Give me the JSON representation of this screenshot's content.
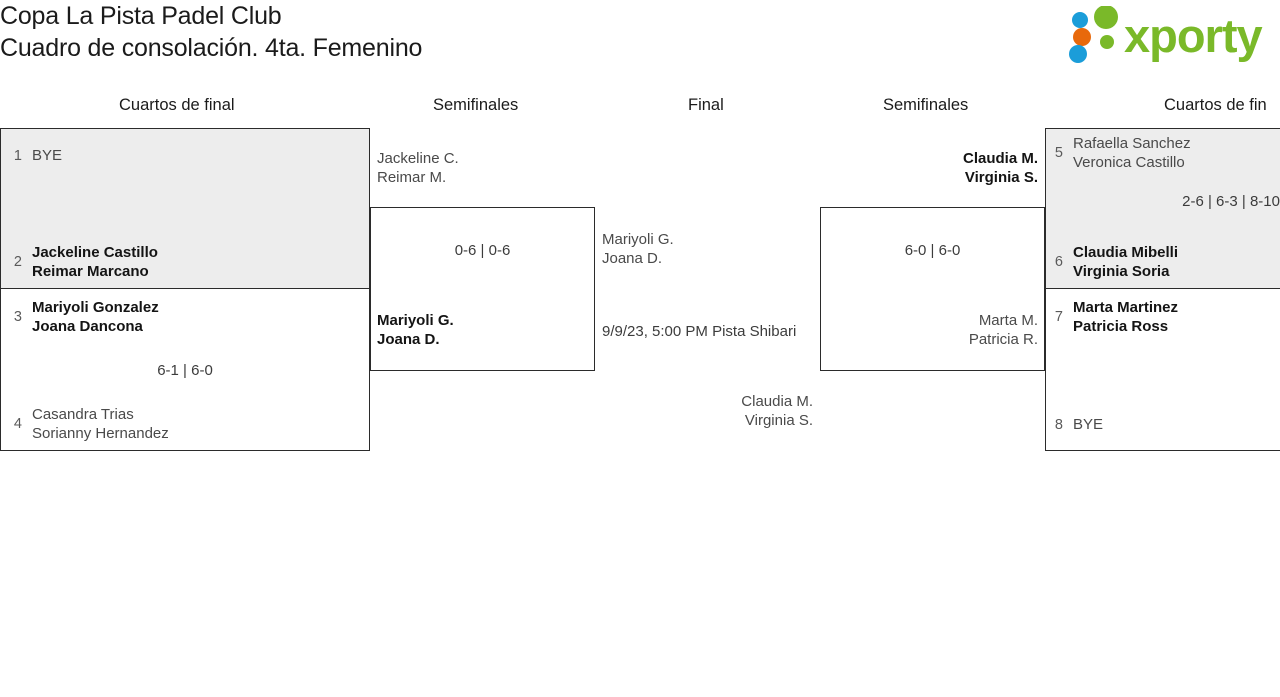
{
  "header": {
    "title_line1": "Copa La Pista Padel Club",
    "title_line2": "Cuadro de consolación. 4ta. Femenino",
    "logo_text": "xporty",
    "logo_colors": {
      "green": "#7ab929",
      "blue": "#1b9dd9",
      "orange": "#e8690b"
    }
  },
  "rounds": [
    {
      "id": "qf-left",
      "label": "Cuartos de final"
    },
    {
      "id": "sf-left",
      "label": "Semifinales"
    },
    {
      "id": "final",
      "label": "Final"
    },
    {
      "id": "sf-right",
      "label": "Semifinales"
    },
    {
      "id": "qf-right",
      "label": "Cuartos de fin"
    }
  ],
  "matches": {
    "qf_left_top": {
      "seed_a": "1",
      "team_a_line1": "BYE",
      "team_a_line2": "",
      "seed_b": "2",
      "team_b_line1": "Jackeline Castillo",
      "team_b_line2": "Reimar Marcano",
      "score": ""
    },
    "qf_left_bottom": {
      "seed_a": "3",
      "team_a_line1": "Mariyoli Gonzalez",
      "team_a_line2": "Joana Dancona",
      "seed_b": "4",
      "team_b_line1": "Casandra Trias",
      "team_b_line2": "Sorianny Hernandez",
      "score": "6-1 | 6-0"
    },
    "sf_left": {
      "team_a_line1": "Jackeline C.",
      "team_a_line2": "Reimar M.",
      "team_b_line1": "Mariyoli G.",
      "team_b_line2": "Joana D.",
      "score": "0-6 | 0-6"
    },
    "final": {
      "team_a_line1": "Mariyoli G.",
      "team_a_line2": "Joana D.",
      "team_b_line1": "Claudia M.",
      "team_b_line2": "Virginia S.",
      "meta": "9/9/23, 5:00 PM Pista Shibari"
    },
    "sf_right": {
      "team_a_line1": "Claudia M.",
      "team_a_line2": "Virginia S.",
      "team_b_line1": "Marta M.",
      "team_b_line2": "Patricia R.",
      "score": "6-0 | 6-0"
    },
    "qf_right_top": {
      "seed_a": "5",
      "team_a_line1": "Rafaella Sanchez",
      "team_a_line2": "Veronica Castillo",
      "seed_b": "6",
      "team_b_line1": "Claudia Mibelli",
      "team_b_line2": "Virginia Soria",
      "score": "2-6 | 6-3 | 8-10"
    },
    "qf_right_bottom": {
      "seed_a": "7",
      "team_a_line1": "Marta Martinez",
      "team_a_line2": "Patricia Ross",
      "seed_b": "8",
      "team_b_line1": "BYE",
      "team_b_line2": "",
      "score": ""
    }
  }
}
